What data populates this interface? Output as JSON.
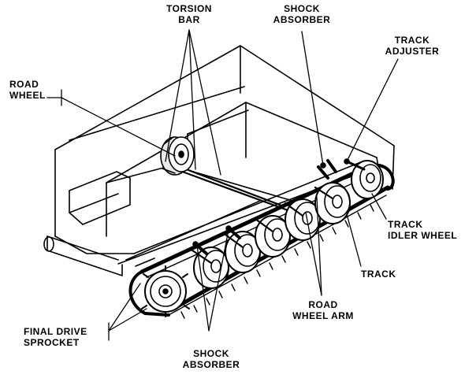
{
  "labels": {
    "torsion_bar": [
      "TORSION",
      "BAR"
    ],
    "shock_absorber_top": [
      "SHOCK",
      "ABSORBER"
    ],
    "track_adjuster": [
      "TRACK",
      "ADJUSTER"
    ],
    "road_wheel": [
      "ROAD",
      "WHEEL"
    ],
    "track_idler_wheel": [
      "TRACK",
      "IDLER WHEEL"
    ],
    "track": "TRACK",
    "road_wheel_arm": [
      "ROAD",
      "WHEEL ARM"
    ],
    "final_drive_sprocket": [
      "FINAL DRIVE",
      "SPROCKET"
    ],
    "shock_absorber_bottom": [
      "SHOCK",
      "ABSORBER"
    ]
  },
  "colors": {
    "ink": "#000000",
    "paper": "#ffffff",
    "shade": "#e8e8e8"
  }
}
